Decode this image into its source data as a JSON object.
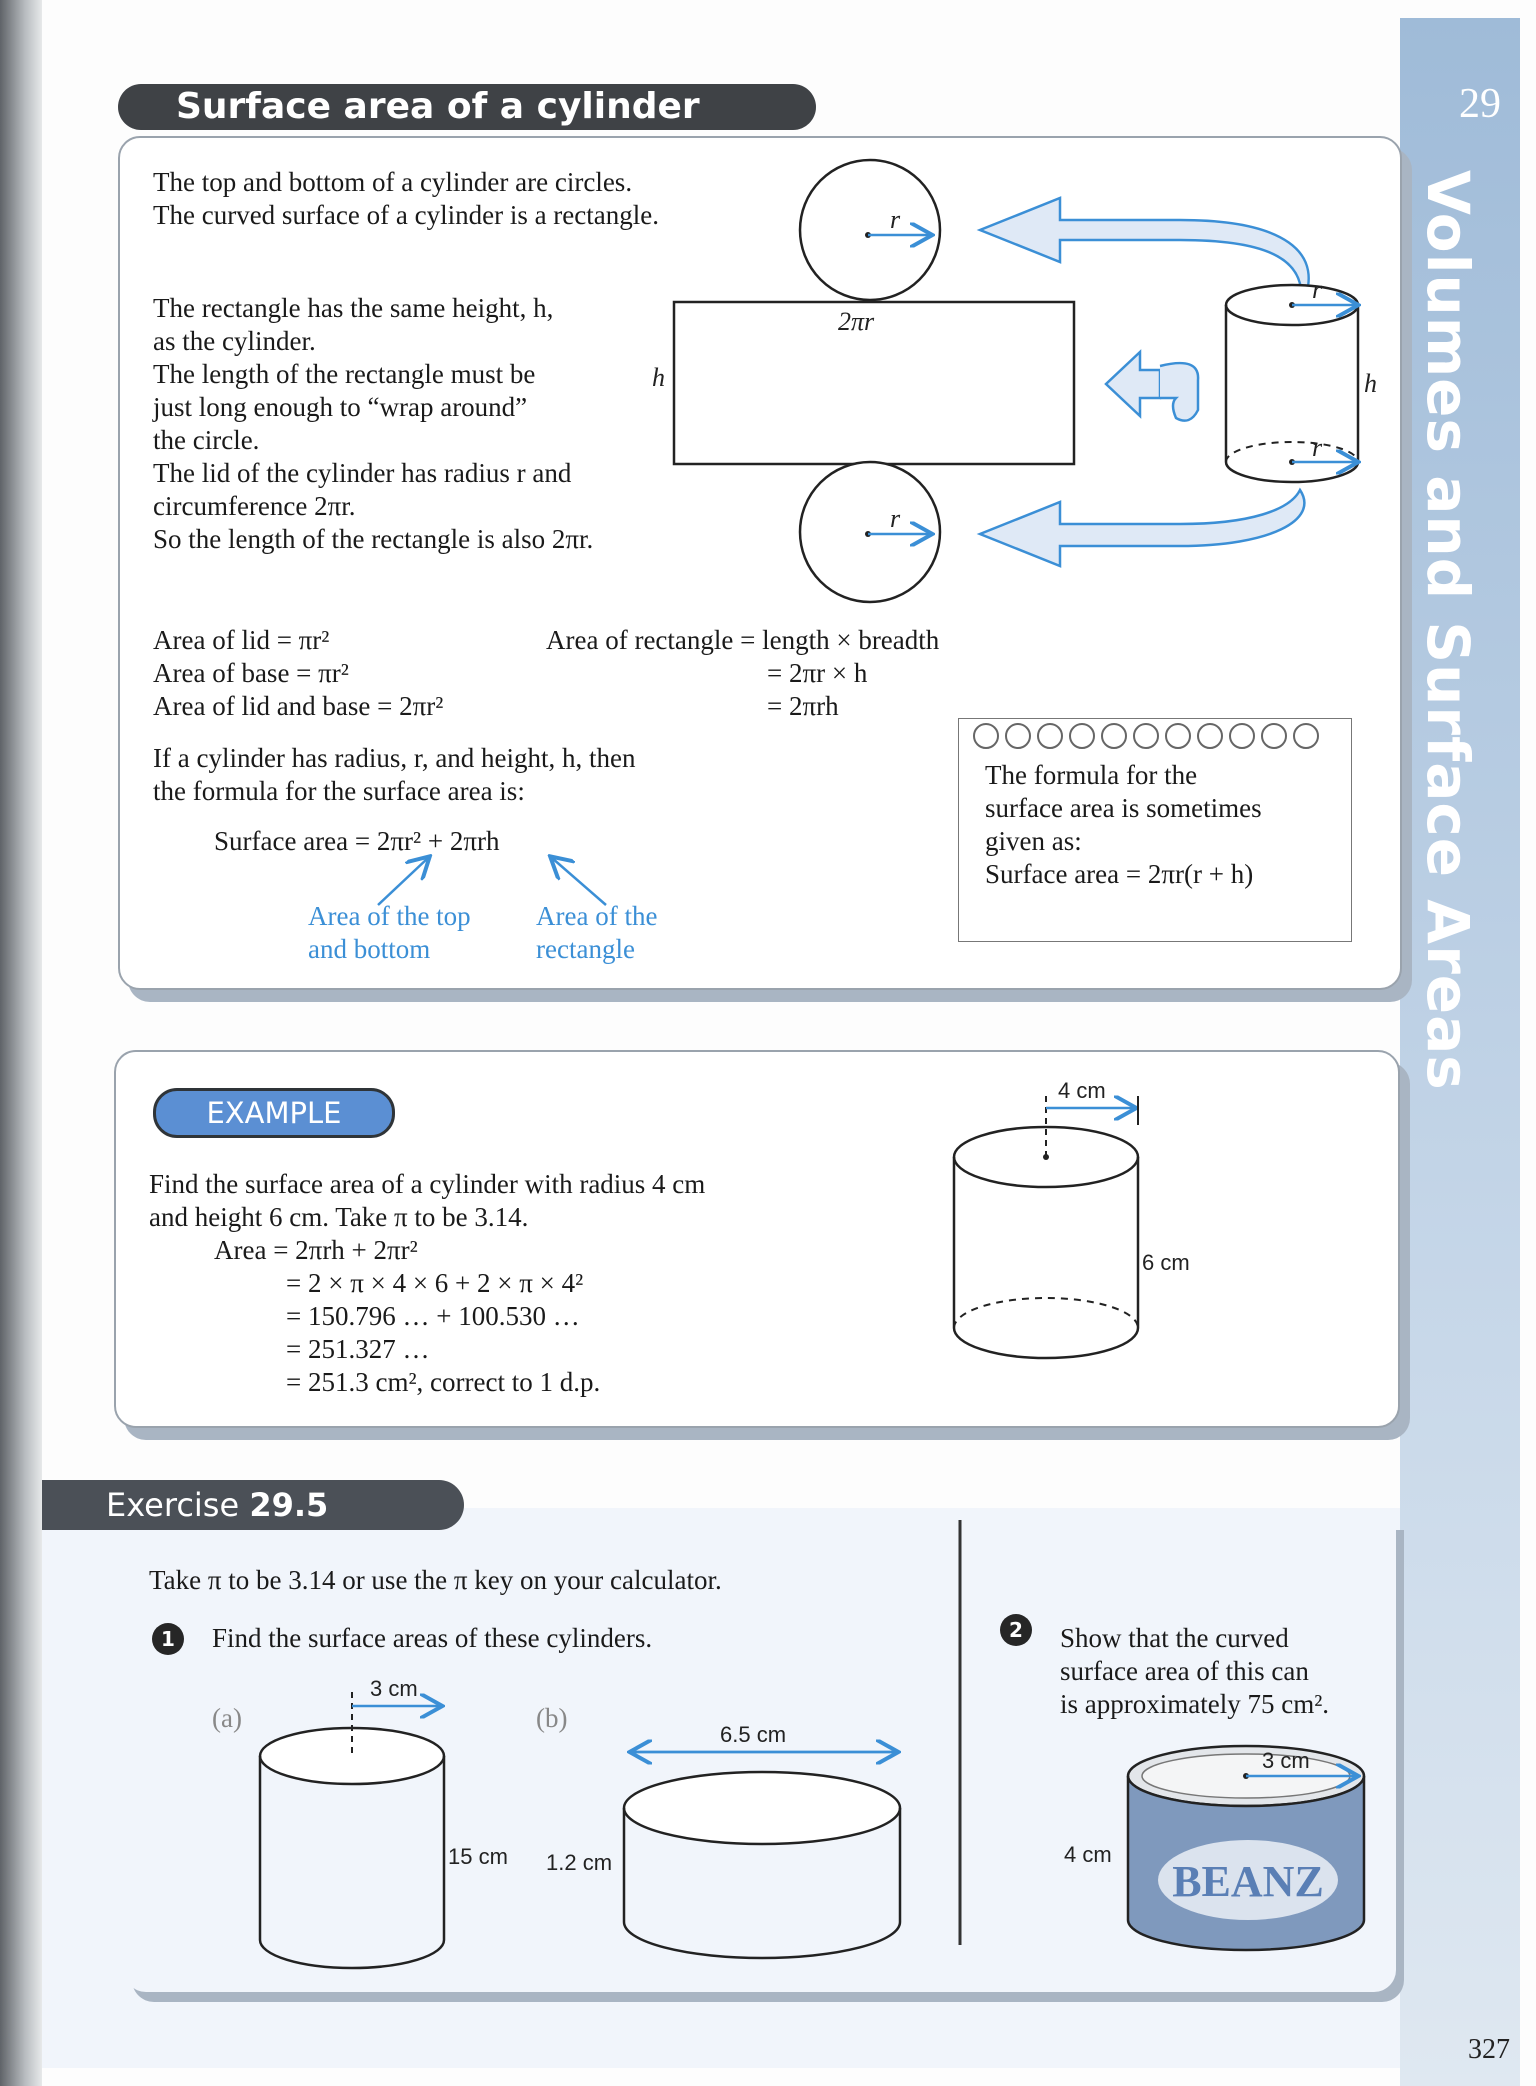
{
  "sidebar": {
    "chapter_number": "29",
    "chapter_title": "Volumes and Surface Areas"
  },
  "page_number": "327",
  "section": {
    "title": "Surface area of a cylinder",
    "intro": [
      "The top and bottom of a cylinder are circles.",
      "The curved surface of a cylinder is a rectangle."
    ],
    "explanation": [
      "The rectangle has the same height, h,",
      "as the cylinder.",
      "The length of the rectangle must be",
      "just long enough to “wrap around”",
      "the circle.",
      "The lid of the cylinder has radius r and",
      "circumference 2πr.",
      "So the length of the rectangle is also 2πr."
    ],
    "diagram": {
      "label_r": "r",
      "label_h": "h",
      "label_length": "2πr"
    },
    "areas_left": [
      "Area of lid = πr²",
      "Area of base = πr²",
      "Area of lid and base = 2πr²"
    ],
    "areas_right": [
      "Area of rectangle = length × breadth",
      "= 2πr × h",
      "= 2πrh"
    ],
    "formula_intro": [
      "If a cylinder has radius, r, and height, h, then",
      "the formula for the surface area is:"
    ],
    "formula": "Surface area = 2πr² + 2πrh",
    "annotation_left": [
      "Area of the top",
      "and bottom"
    ],
    "annotation_right": [
      "Area of the",
      "rectangle"
    ],
    "note": [
      "The formula for the",
      "surface area is sometimes",
      "given as:",
      "Surface area = 2πr(r + h)"
    ]
  },
  "example": {
    "badge": "EXAMPLE",
    "question": [
      "Find the surface area of a cylinder with radius 4 cm",
      "and height 6 cm. Take π to be 3.14."
    ],
    "working": [
      "Area = 2πrh + 2πr²",
      "= 2 × π × 4 × 6 + 2 × π × 4²",
      "= 150.796 … + 100.530 …",
      "= 251.327 …",
      "= 251.3 cm², correct to 1 d.p."
    ],
    "diagram": {
      "radius": "4 cm",
      "height": "6 cm"
    }
  },
  "exercise": {
    "label": "Exercise",
    "number": "29.5",
    "instruction": "Take π to be 3.14 or use the π key on your calculator.",
    "q1": {
      "number": "1",
      "text": "Find the surface areas of these cylinders.",
      "a": {
        "label": "(a)",
        "radius": "3 cm",
        "height": "15 cm"
      },
      "b": {
        "label": "(b)",
        "diameter": "6.5 cm",
        "height": "1.2 cm"
      }
    },
    "q2": {
      "number": "2",
      "text": [
        "Show that the curved",
        "surface area of this can",
        "is approximately 75 cm²."
      ],
      "radius": "3 cm",
      "height": "4 cm",
      "brand": "BEANZ"
    }
  }
}
